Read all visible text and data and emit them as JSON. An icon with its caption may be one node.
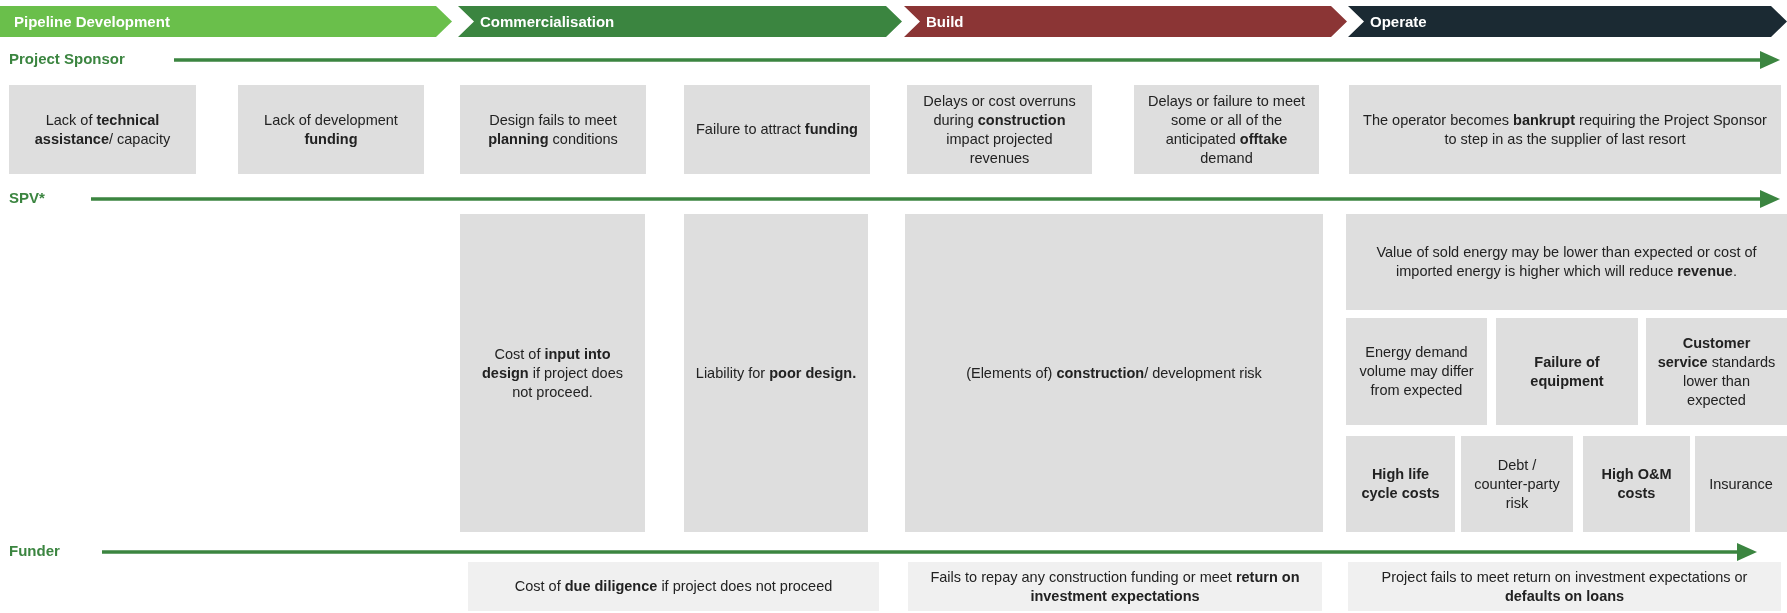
{
  "diagram": {
    "nodes": [
      {
        "text": [
          "Pipeline Development"
        ]
      },
      {
        "text": [
          "Commercialisation"
        ]
      },
      {
        "text": [
          "Build"
        ]
      },
      {
        "text": [
          "Operate"
        ]
      },
      {
        "text": [
          "Lack of **technical assistance**/ capacity"
        ]
      },
      {
        "text": [
          "Lack of development **funding**"
        ]
      },
      {
        "text": [
          "Design fails to meet **planning** conditions"
        ]
      },
      {
        "text": [
          "Failure to attract **funding**"
        ]
      },
      {
        "text": [
          "Delays or cost overruns during **construction** impact projected revenues"
        ]
      },
      {
        "text": [
          "Delays or failure to meet some or all of the anticipated **offtake** demand"
        ]
      },
      {
        "text": [
          "The operator becomes **bankrupt** requiring the Project Sponsor to step in as the supplier of last resort"
        ]
      },
      {
        "text": [
          "Cost of **input into design** if project does not proceed."
        ]
      },
      {
        "text": [
          "Liability for **poor design.**"
        ]
      },
      {
        "text": [
          "(Elements of) **construction**/ development risk"
        ]
      },
      {
        "text": [
          "Value of sold energy may be lower than expected or cost of imported energy is higher which will reduce **revenue**."
        ]
      },
      {
        "text": [
          "Energy demand volume may differ from expected"
        ]
      },
      {
        "text": [
          "**Failure of equipment**"
        ]
      },
      {
        "text": [
          "**Customer service** standards lower than expected"
        ]
      },
      {
        "text": [
          "**High life cycle costs**"
        ]
      },
      {
        "text": [
          "Debt / counter-party risk"
        ]
      },
      {
        "text": [
          "**High O&M costs**"
        ]
      },
      {
        "text": [
          "Insurance"
        ]
      },
      {
        "text": [
          "Cost of **due diligence** if project does not proceed"
        ]
      },
      {
        "text": [
          "Fails to repay any construction funding or meet **return on investment expectations**"
        ]
      },
      {
        "text": [
          "Project fails to meet return on investment expectations or **defaults on loans**"
        ]
      }
    ],
    "labels": [
      "Project Sponsor",
      "SPV*",
      "Funder"
    ]
  }
}
